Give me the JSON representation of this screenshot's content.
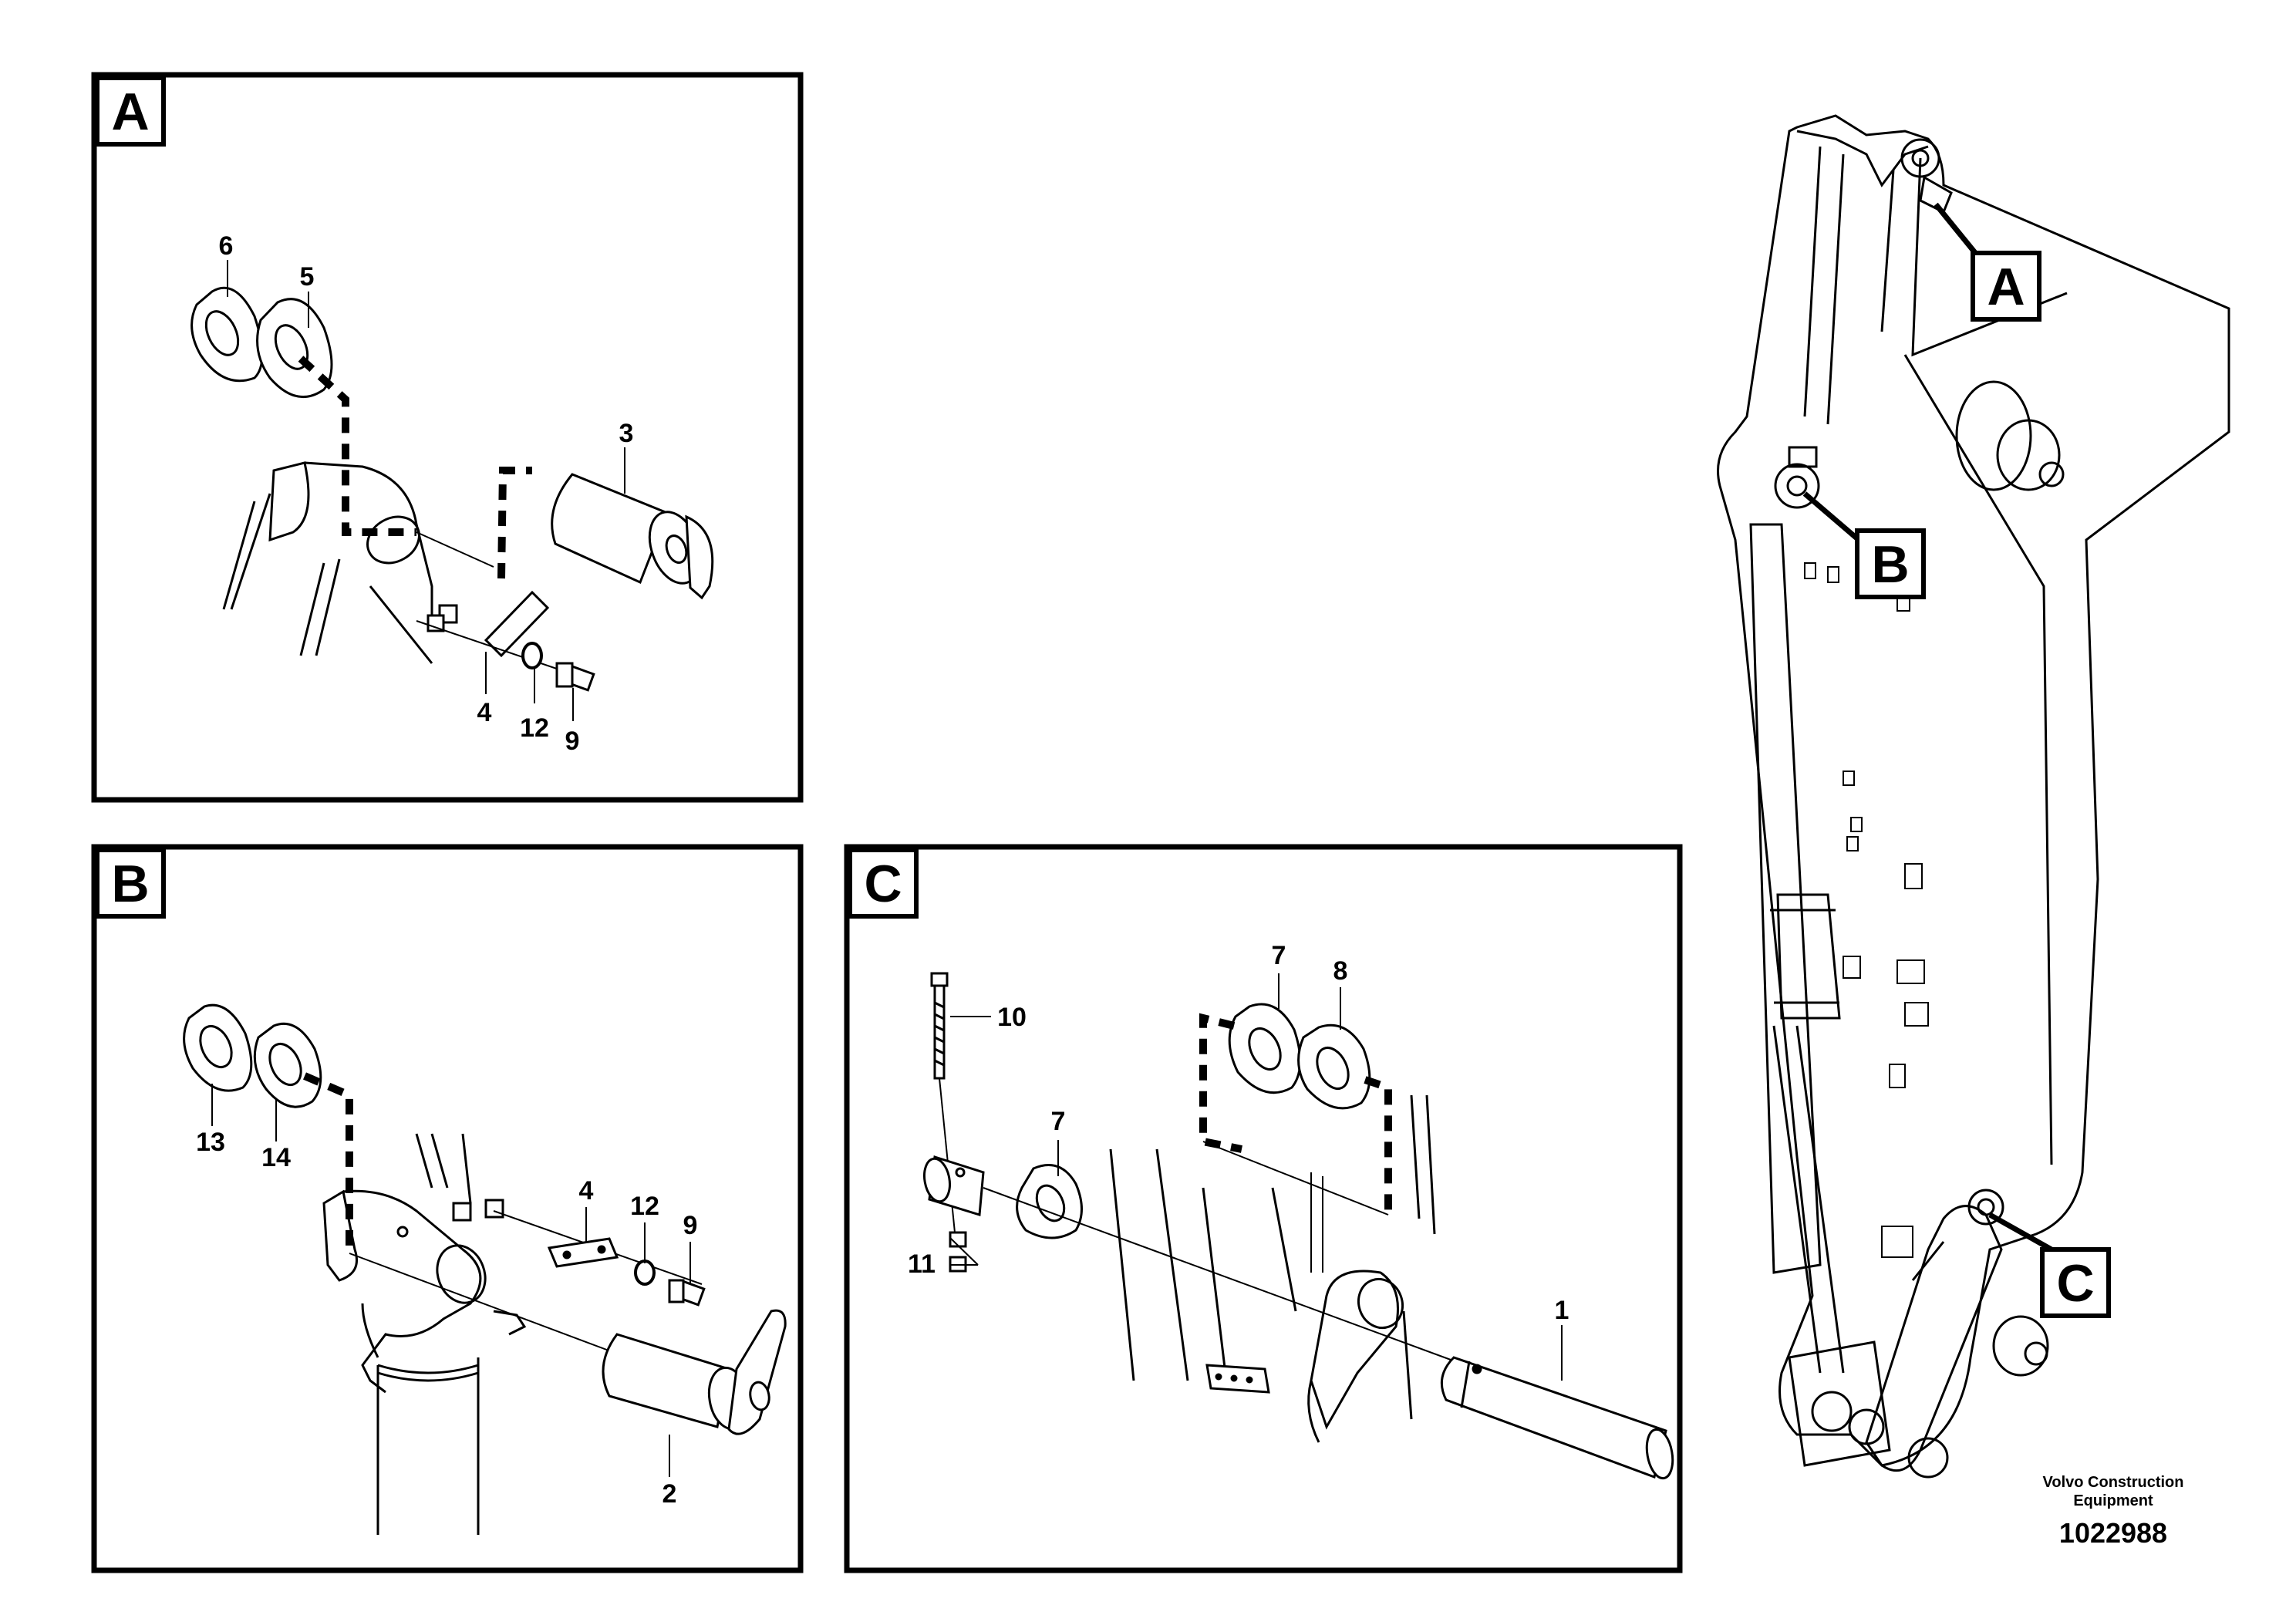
{
  "panels": {
    "a": {
      "letter": "A",
      "callouts": {
        "c6": "6",
        "c5": "5",
        "c3": "3",
        "c4": "4",
        "c12": "12",
        "c9": "9"
      }
    },
    "b": {
      "letter": "B",
      "callouts": {
        "c13": "13",
        "c14": "14",
        "c4": "4",
        "c12": "12",
        "c9": "9",
        "c2": "2"
      }
    },
    "c": {
      "letter": "C",
      "callouts": {
        "c10": "10",
        "c7a": "7",
        "c7b": "7",
        "c8": "8",
        "c11": "11",
        "c1": "1"
      }
    }
  },
  "overview": {
    "markers": {
      "a": "A",
      "b": "B",
      "c": "C"
    }
  },
  "footer": {
    "company_line1": "Volvo Construction",
    "company_line2": "Equipment",
    "drawing_number": "1022988"
  }
}
